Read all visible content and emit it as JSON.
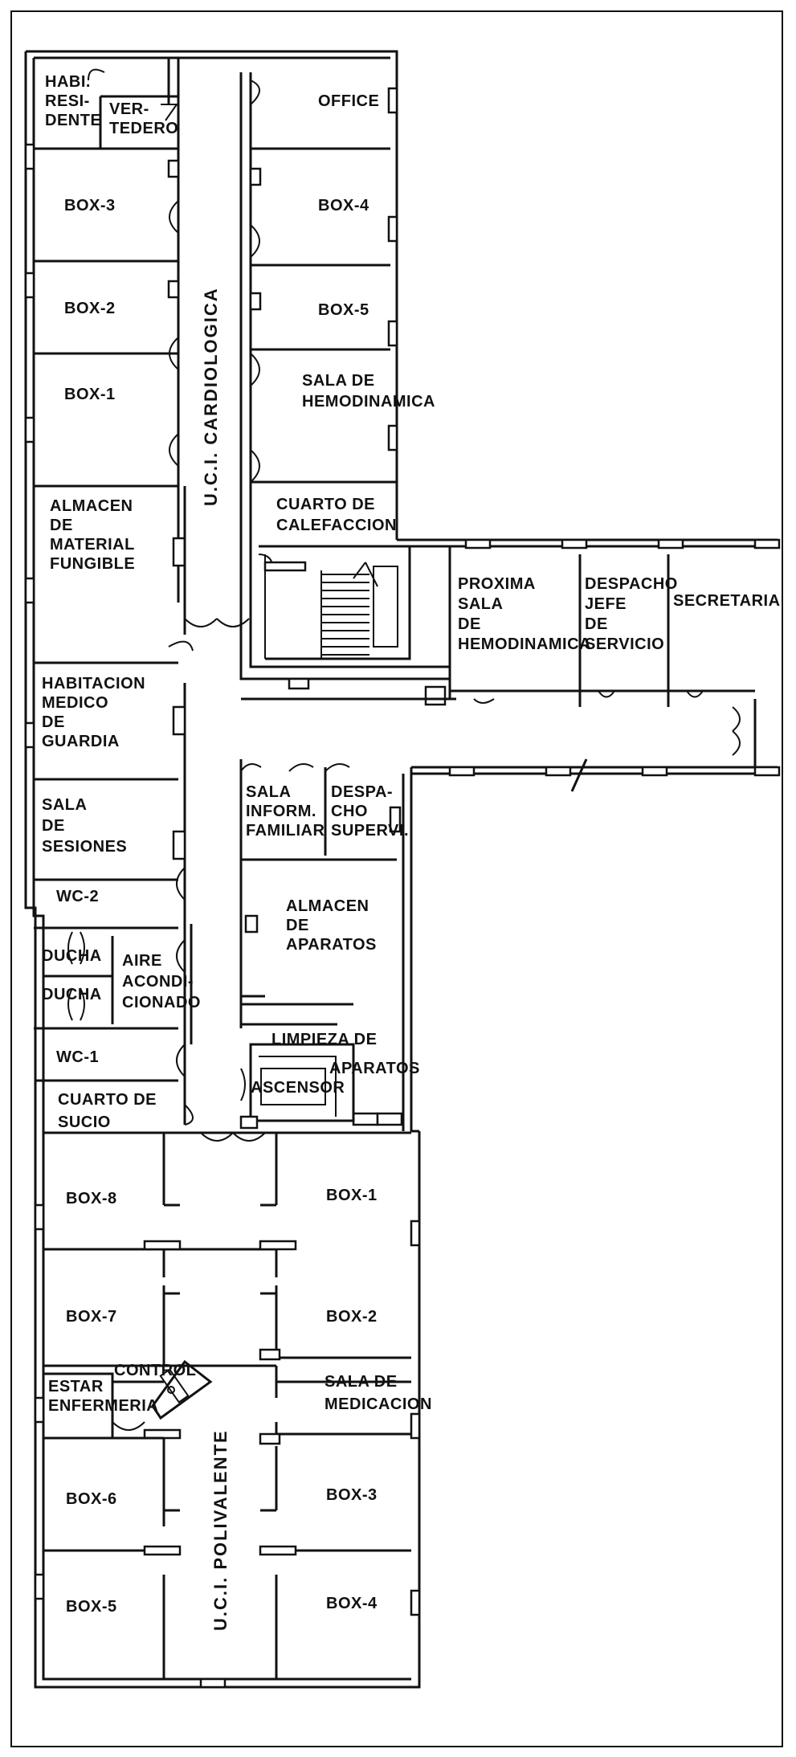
{
  "corridors": {
    "cardio": "U.C.I. CARDIOLOGICA",
    "poly": "U.C.I. POLIVALENTE"
  },
  "rooms": {
    "habi_residente": [
      "HABI.",
      "RESI-",
      "DENTE"
    ],
    "vertedero": [
      "VER-",
      "TEDERO"
    ],
    "office": [
      "OFFICE"
    ],
    "box3_top": [
      "BOX-3"
    ],
    "box4_top": [
      "BOX-4"
    ],
    "box2_top": [
      "BOX-2"
    ],
    "box5_top": [
      "BOX-5"
    ],
    "box1_top": [
      "BOX-1"
    ],
    "sala_hemo": [
      "SALA DE",
      "HEMODINAMICA"
    ],
    "almacen_fungible": [
      "ALMACEN",
      "DE",
      "MATERIAL",
      "FUNGIBLE"
    ],
    "cuarto_calef": [
      "CUARTO DE",
      "CALEFACCION"
    ],
    "proxima_sala": [
      "PROXIMA",
      "SALA",
      "DE",
      "HEMODINAMICA"
    ],
    "despacho_jefe": [
      "DESPACHO",
      "JEFE",
      "DE",
      "SERVICIO"
    ],
    "secretaria": [
      "SECRETARIA"
    ],
    "habitacion_medico": [
      "HABITACION",
      "MEDICO",
      "DE",
      "GUARDIA"
    ],
    "sala_sesiones": [
      "SALA",
      "DE",
      "SESIONES"
    ],
    "sala_inform": [
      "SALA",
      "INFORM.",
      "FAMILIAR"
    ],
    "despacho_superv": [
      "DESPA-",
      "CHO",
      "SUPERVI."
    ],
    "wc2": [
      "WC-2"
    ],
    "almacen_aparatos": [
      "ALMACEN",
      "DE",
      "APARATOS"
    ],
    "ducha1": [
      "DUCHA"
    ],
    "ducha2": [
      "DUCHA"
    ],
    "aire": [
      "AIRE",
      "ACONDI-",
      "CIONADO"
    ],
    "wc1": [
      "WC-1"
    ],
    "limpieza": [
      "LIMPIEZA DE",
      "APARATOS"
    ],
    "cuarto_sucio": [
      "CUARTO DE",
      "SUCIO"
    ],
    "ascensor": [
      "ASCENSOR"
    ],
    "box8_bot": [
      "BOX-8"
    ],
    "box1_bot": [
      "BOX-1"
    ],
    "box7_bot": [
      "BOX-7"
    ],
    "box2_bot": [
      "BOX-2"
    ],
    "control": [
      "CONTROL"
    ],
    "estar": [
      "ESTAR",
      "ENFERMERIA"
    ],
    "sala_medicacion": [
      "SALA DE",
      "MEDICACION"
    ],
    "box6_bot": [
      "BOX-6"
    ],
    "box3_bot": [
      "BOX-3"
    ],
    "box5_bot": [
      "BOX-5"
    ],
    "box4_bot": [
      "BOX-4"
    ]
  },
  "colors": {
    "ink": "#111111",
    "paper": "#ffffff"
  }
}
